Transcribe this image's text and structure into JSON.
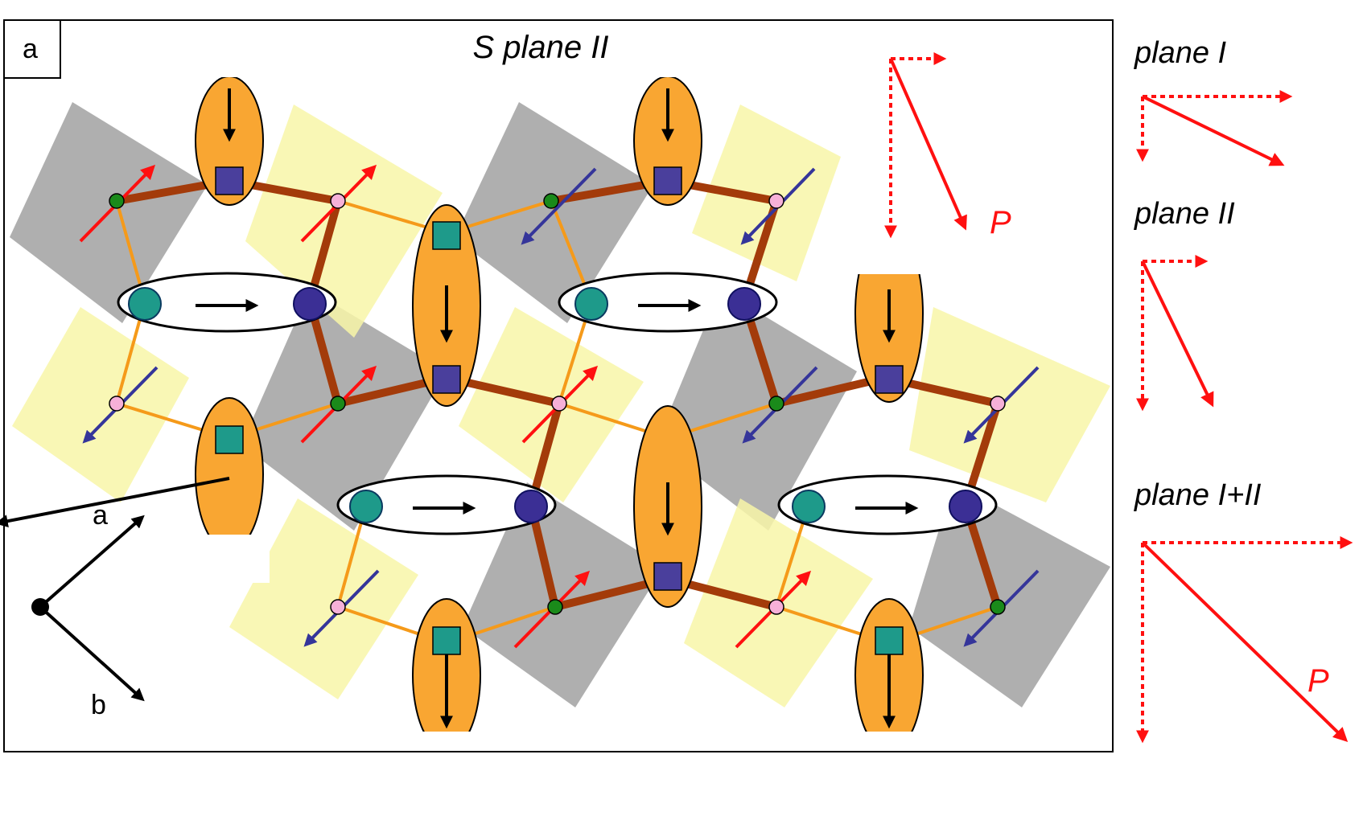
{
  "panel": {
    "label": "a",
    "title": "S plane II"
  },
  "axes": {
    "a_label": "a",
    "b_label": "b"
  },
  "polarization": {
    "main_label": "P",
    "plane1_label": "plane I",
    "plane2_label": "plane II",
    "plane12_label": "plane I+II",
    "plane12_p_label": "P"
  },
  "colors": {
    "orange_ellipse": "#f9a632",
    "teal": "#1e9a8a",
    "navy": "#4a3f9c",
    "dark_bond": "#a33b0a",
    "light_bond": "#f59a1a",
    "gray_square": "#9b9b9b",
    "yellow_square": "#f8f6a8",
    "red_arrow": "#ff1010",
    "blue_arrow": "#35359a",
    "green_atom": "#1a8a1a",
    "pink_atom": "#f6b0d8"
  }
}
